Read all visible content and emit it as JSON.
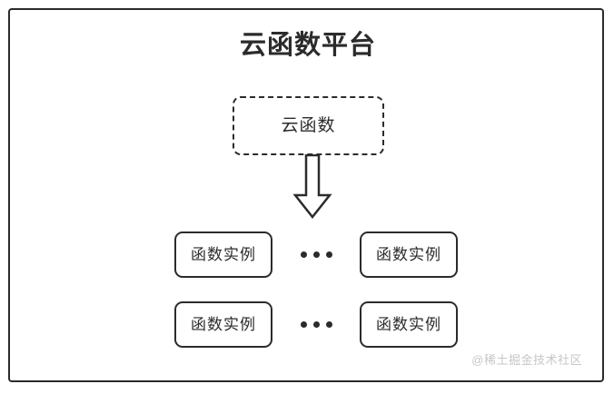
{
  "diagram": {
    "title": "云函数平台",
    "container_name": "platform-container",
    "border_color": "#2b2b2b",
    "background_color": "#ffffff",
    "text_color": "#2b2b2b"
  },
  "cloud_function": {
    "label": "云函数",
    "border_style": "dashed"
  },
  "arrow": {
    "icon": "down-block-arrow-icon",
    "direction": "down",
    "fill": "#ffffff",
    "stroke": "#2b2b2b"
  },
  "ellipsis": {
    "text": "...",
    "dot_count": 3
  },
  "rows": [
    {
      "row_name": "instance-row-1",
      "left_instance": {
        "label": "函数实例"
      },
      "right_instance": {
        "label": "函数实例"
      }
    },
    {
      "row_name": "instance-row-2",
      "left_instance": {
        "label": "函数实例"
      },
      "right_instance": {
        "label": "函数实例"
      }
    }
  ],
  "watermark": {
    "text": "@稀土掘金技术社区",
    "color": "#c6c6c6"
  }
}
